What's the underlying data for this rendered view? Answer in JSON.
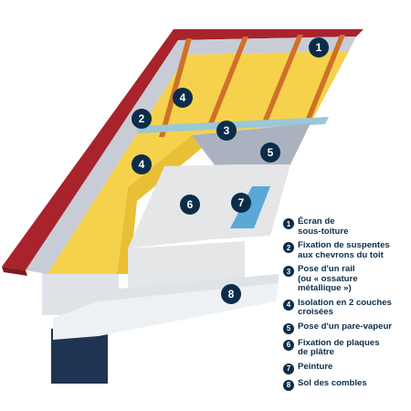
{
  "diagram": {
    "colors": {
      "roof": "#a8232b",
      "roof_edge": "#7e1a20",
      "membrane": "#c8ccd6",
      "insulation": "#f6d24c",
      "insulation_dark": "#e9bf36",
      "rafter": "#cf7128",
      "rail": "#9bc8d6",
      "vapor": "#aab2bf",
      "plasterboard": "#e4e6e8",
      "paint": "#59a8d8",
      "floor": "#eef1f4",
      "wall": "#dfe3e8",
      "foundation": "#1f3352",
      "badge": "#0c2d4a"
    },
    "markers": [
      {
        "id": "1",
        "label": "1"
      },
      {
        "id": "2",
        "label": "2"
      },
      {
        "id": "3",
        "label": "3"
      },
      {
        "id": "4a",
        "label": "4"
      },
      {
        "id": "4b",
        "label": "4"
      },
      {
        "id": "5",
        "label": "5"
      },
      {
        "id": "6",
        "label": "6"
      },
      {
        "id": "7",
        "label": "7"
      },
      {
        "id": "8",
        "label": "8"
      }
    ],
    "legend": [
      {
        "number": "1",
        "text": "Écran de\nsous-toiture"
      },
      {
        "number": "2",
        "text": "Fixation de suspentes\naux chevrons du toit"
      },
      {
        "number": "3",
        "text": "Pose d'un rail\n(ou « ossature\nmétallique »)"
      },
      {
        "number": "4",
        "text": "Isolation en 2 couches\ncroisées"
      },
      {
        "number": "5",
        "text": "Pose d'un pare-vapeur"
      },
      {
        "number": "6",
        "text": "Fixation de plaques\nde plâtre"
      },
      {
        "number": "7",
        "text": "Peinture"
      },
      {
        "number": "8",
        "text": "Sol des combles"
      }
    ]
  }
}
